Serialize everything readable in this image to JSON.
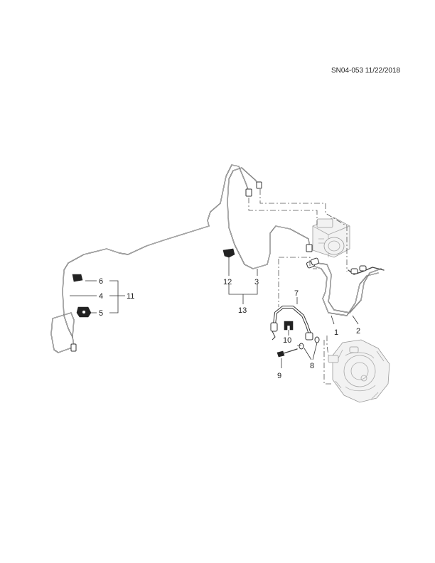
{
  "header": {
    "doc_code": "SN04-053 11/22/2018"
  },
  "callouts": [
    "1",
    "2",
    "3",
    "4",
    "5",
    "6",
    "7",
    "8",
    "9",
    "10",
    "11",
    "12",
    "13"
  ]
}
